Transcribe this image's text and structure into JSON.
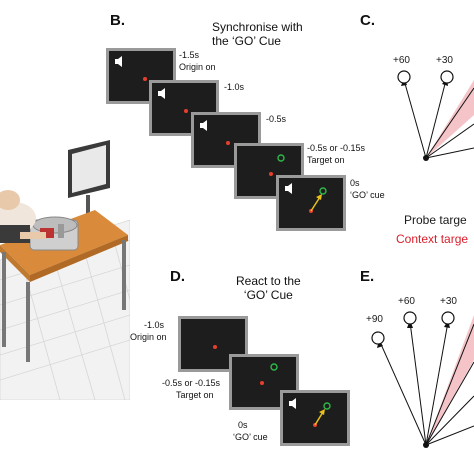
{
  "panel_b": {
    "label": "B.",
    "caption_line1": "Synchronise with",
    "caption_line2": "the ‘GO’ Cue",
    "frames": [
      {
        "time": "-1.5s",
        "note": "Origin on"
      },
      {
        "time": "-1.0s",
        "note": ""
      },
      {
        "time": "-0.5s",
        "note": ""
      },
      {
        "time": "-0.5s or -0.15s",
        "note": "Target on"
      },
      {
        "time": "0s",
        "note": "‘GO’ cue"
      }
    ]
  },
  "panel_c": {
    "label": "C.",
    "angle_labels": [
      "+60",
      "+30"
    ],
    "legend_probe": "Probe targe",
    "legend_context": "Context targe",
    "context_color": "#d91e2a",
    "wedge_color": "#f5c4c8"
  },
  "panel_d": {
    "label": "D.",
    "caption_line1": "React to the",
    "caption_line2": "‘GO’ Cue",
    "frames": [
      {
        "time": "-1.0s",
        "note": "Origin on"
      },
      {
        "time": "-0.5s or -0.15s",
        "note": "Target on"
      },
      {
        "time": "0s",
        "note": "‘GO’ cue"
      }
    ]
  },
  "panel_e": {
    "label": "E.",
    "angle_labels": [
      "+90",
      "+60",
      "+30"
    ]
  },
  "colors": {
    "screen_bg": "#1d1d1d",
    "screen_border": "#9a9a9a",
    "origin_dot": "#e5402b",
    "target_ring": "#2fb84a",
    "trajectory": "#e8c21a"
  }
}
